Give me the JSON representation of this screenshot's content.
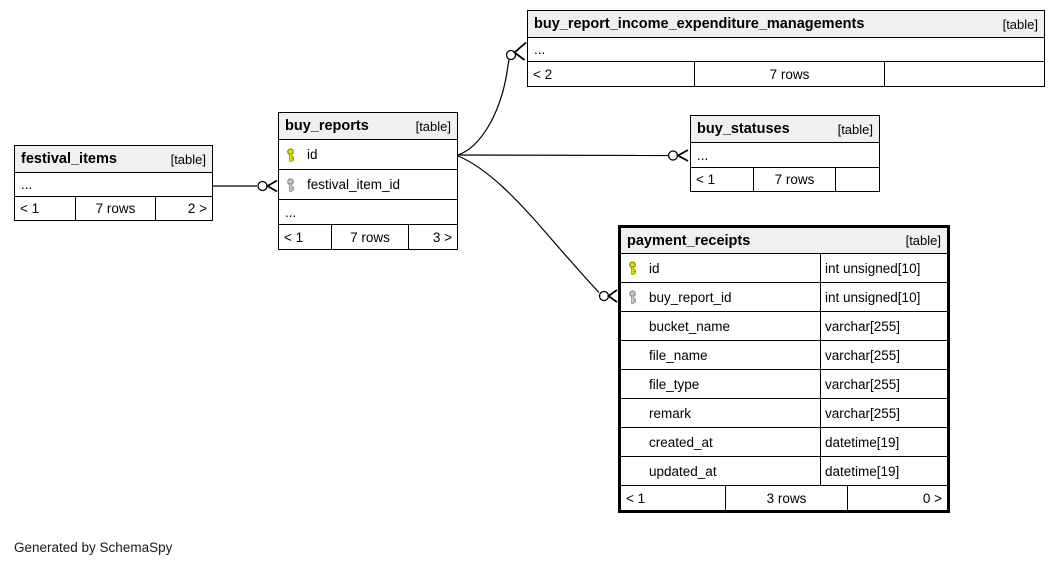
{
  "diagram": {
    "note": "Generated by SchemaSpy",
    "colors": {
      "canvas_bg": "#ffffff",
      "header_bg": "#f0f0f0",
      "border": "#000000",
      "edge": "#000000",
      "text": "#000000",
      "pk_key": "#e2e200",
      "pk_key_stroke": "#8f8f00",
      "fk_key": "#c8c8c8",
      "fk_key_stroke": "#8c8c8c"
    }
  },
  "tables": {
    "festival_items": {
      "name": "festival_items",
      "badge": "[table]",
      "ellipsis": "...",
      "footer": {
        "left": "< 1",
        "center": "7 rows",
        "right": "2 >"
      }
    },
    "buy_reports": {
      "name": "buy_reports",
      "badge": "[table]",
      "columns": [
        {
          "name": "id",
          "key": "primary"
        },
        {
          "name": "festival_item_id",
          "key": "foreign"
        }
      ],
      "ellipsis": "...",
      "footer": {
        "left": "< 1",
        "center": "7 rows",
        "right": "3 >"
      }
    },
    "buy_report_income_expenditure_managements": {
      "name": "buy_report_income_expenditure_managements",
      "badge": "[table]",
      "ellipsis": "...",
      "footer": {
        "left": "< 2",
        "center": "7 rows",
        "right": ""
      }
    },
    "buy_statuses": {
      "name": "buy_statuses",
      "badge": "[table]",
      "ellipsis": "...",
      "footer": {
        "left": "< 1",
        "center": "7 rows",
        "right": ""
      }
    },
    "payment_receipts": {
      "name": "payment_receipts",
      "badge": "[table]",
      "columns": [
        {
          "name": "id",
          "type": "int unsigned[10]",
          "key": "primary"
        },
        {
          "name": "buy_report_id",
          "type": "int unsigned[10]",
          "key": "foreign"
        },
        {
          "name": "bucket_name",
          "type": "varchar[255]",
          "key": ""
        },
        {
          "name": "file_name",
          "type": "varchar[255]",
          "key": ""
        },
        {
          "name": "file_type",
          "type": "varchar[255]",
          "key": ""
        },
        {
          "name": "remark",
          "type": "varchar[255]",
          "key": ""
        },
        {
          "name": "created_at",
          "type": "datetime[19]",
          "key": ""
        },
        {
          "name": "updated_at",
          "type": "datetime[19]",
          "key": ""
        }
      ],
      "footer": {
        "left": "< 1",
        "center": "3 rows",
        "right": "0 >"
      }
    }
  },
  "relationships": [
    {
      "parent": "festival_items",
      "child": "buy_reports.festival_item_id"
    },
    {
      "parent": "buy_reports.id",
      "child": "buy_report_income_expenditure_managements"
    },
    {
      "parent": "buy_reports.id",
      "child": "buy_statuses"
    },
    {
      "parent": "buy_reports.id",
      "child": "payment_receipts.buy_report_id"
    }
  ]
}
